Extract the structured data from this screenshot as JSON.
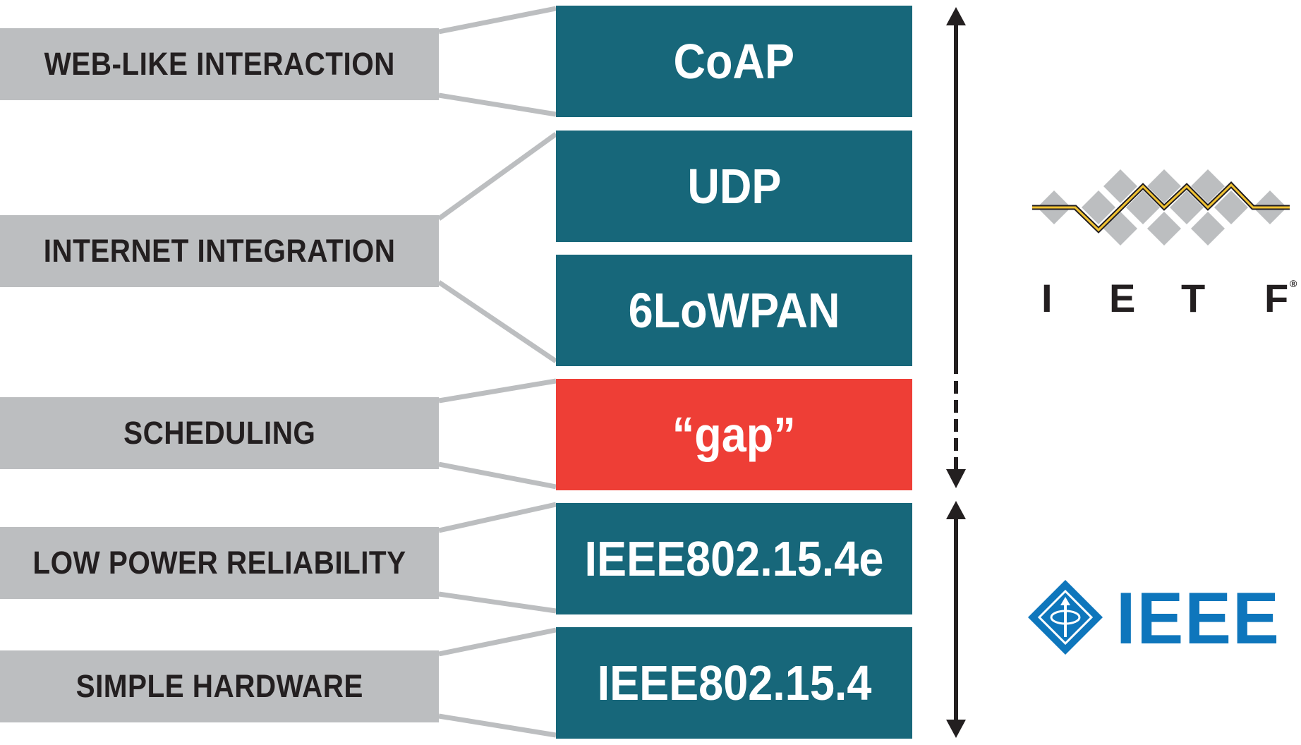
{
  "labels": {
    "web": "WEB-LIKE INTERACTION",
    "internet": "INTERNET INTEGRATION",
    "scheduling": "SCHEDULING",
    "low_power": "LOW POWER RELIABILITY",
    "hardware": "SIMPLE HARDWARE"
  },
  "layers": {
    "coap": "CoAP",
    "udp": "UDP",
    "sixlowpan": "6LoWPAN",
    "gap": "“gap”",
    "ieee154e": "IEEE802.15.4e",
    "ieee154": "IEEE802.15.4"
  },
  "logos": {
    "ietf_letters": [
      "I",
      "E",
      "T",
      "F"
    ],
    "ietf_reg": "®",
    "ieee_word": "IEEE"
  },
  "colors": {
    "layer": "#17677a",
    "gap": "#ee3e36",
    "label_box": "#bcbec0",
    "ieee_blue": "#0e76bc",
    "ietf_gold": "#f1c232"
  },
  "icons": {
    "ietf": "ietf-logo-icon",
    "ieee": "ieee-logo-icon",
    "arrow": "double-headed-arrow-icon"
  }
}
